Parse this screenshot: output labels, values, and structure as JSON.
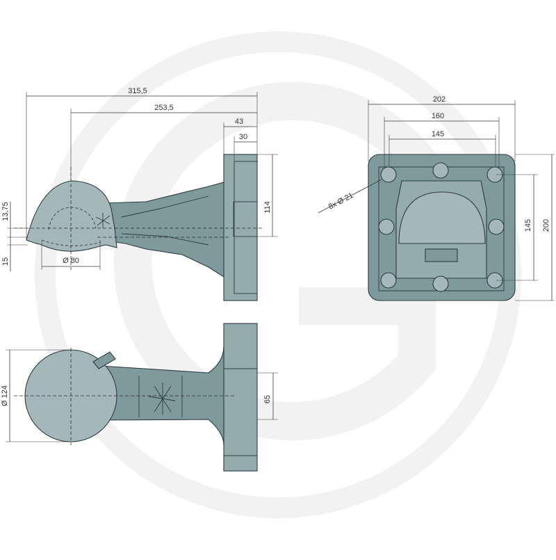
{
  "colors": {
    "part_fill": "#7f9a9d",
    "part_fill_light": "#94acae",
    "part_fill_dark": "#6b8588",
    "ball_face": "#a5b8b9",
    "outline": "#2b3a40",
    "watermark": "#f2f2f2"
  },
  "watermark": {
    "icon": "granit-g-logo-watermark"
  },
  "side_view": {
    "dims": {
      "overall_length": "315,5",
      "ball_center_to_face": "253,5",
      "flange_thickness": "43",
      "flange_inner": "30",
      "flange_height": "114",
      "offset_upper": "13,75",
      "offset_lower": "15",
      "ball_diameter": "Ø 80"
    }
  },
  "end_view": {
    "dims": {
      "plate_width": "202",
      "hole_spacing_outer": "160",
      "hole_spacing_inner": "145",
      "hole_spec": "8x  Ø 21",
      "plate_height": "200",
      "hole_spacing_vertical": "145"
    }
  },
  "top_view": {
    "dims": {
      "ball_diameter": "Ø 124",
      "neck_width": "65"
    }
  }
}
